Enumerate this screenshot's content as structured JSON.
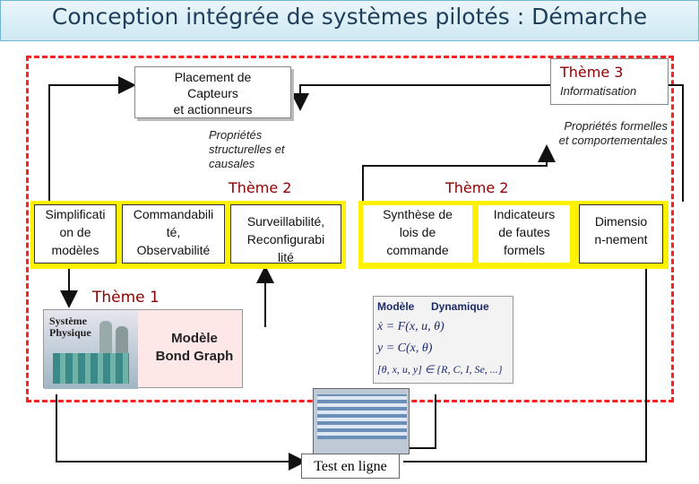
{
  "title": "Conception intégrée de systèmes pilotés : Démarche",
  "nodes": {
    "placement": "Placement de\nCapteurs\net actionneurs",
    "theme3_title": "Thème  3",
    "theme3_sub": "Informatisation",
    "prop_struct": "Propriétés\nstructurelles et\ncausales",
    "prop_form": "Propriétés formelles\net comportementales",
    "theme2_left": "Thème  2",
    "theme2_right": "Thème  2",
    "simplif": "Simplificati\non de\nmodèles",
    "command": "Commandabili\nté,\nObservabilité",
    "surveil": "Surveillabilité,\nReconfigurabi\nlité",
    "synthese": "Synthèse de\nlois de\ncommande",
    "indicateurs": "Indicateurs\nde fautes\nformels",
    "dimension": "Dimensio\nn-nement",
    "theme1": "Thème 1",
    "sys_phys": "Système\nPhysique",
    "bond_graph": "Modèle\nBond Graph",
    "modele": "Modèle",
    "dynamique": "Dynamique",
    "eq1": "ẋ = F(x, u, θ)",
    "eq2": "y = C(x, θ)",
    "eq3": "[θ, x, u, y] ∈ {R, C, I, Se, ...}",
    "test": "Test en ligne"
  },
  "colors": {
    "frame": "#ff2020",
    "highlight": "#fff200",
    "theme_text": "#8b0000",
    "title_text": "#1f3e5a"
  }
}
